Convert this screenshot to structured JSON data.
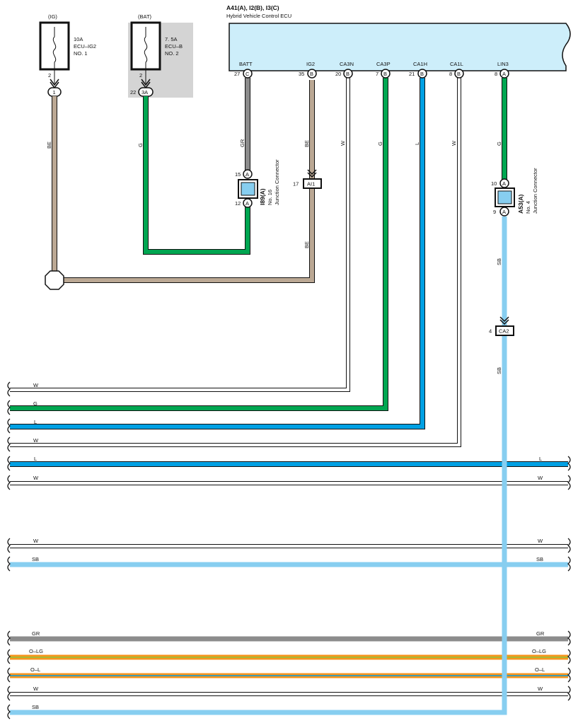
{
  "ecu": {
    "connectors_label": "A41(A), I2(B), I3(C)",
    "name": "Hybrid Vehicle Control ECU",
    "pins": [
      {
        "label": "BATT",
        "num": "27",
        "conn": "C"
      },
      {
        "label": "IG2",
        "num": "35",
        "conn": "B"
      },
      {
        "label": "CA3N",
        "num": "20",
        "conn": "B"
      },
      {
        "label": "CA3P",
        "num": "7",
        "conn": "B"
      },
      {
        "label": "CA1H",
        "num": "21",
        "conn": "B"
      },
      {
        "label": "CA1L",
        "num": "8",
        "conn": "B"
      },
      {
        "label": "LIN3",
        "num": "8",
        "conn": "A"
      }
    ]
  },
  "fuses": [
    {
      "source": "(IG)",
      "rating": "10A",
      "name": "ECU–IG2",
      "no": "NO. 1",
      "pin": "2",
      "conn": "1",
      "conn_pin": ""
    },
    {
      "source": "(BAT)",
      "rating": "7. 5A",
      "name": "ECU–B",
      "no": "NO. 2",
      "pin": "2",
      "conn": "3A",
      "conn_pin": "22"
    }
  ],
  "junctions": [
    {
      "id": "I89(A)",
      "line1": "No. 16",
      "line2": "Junction Connector",
      "pin_top": "15",
      "pin_bottom": "12",
      "conn": "A"
    },
    {
      "id": "A53(A)",
      "line1": "No. 4",
      "line2": "Junction Connector",
      "pin_top": "10",
      "pin_bottom": "9",
      "conn": "A"
    }
  ],
  "inline_connectors": [
    {
      "id": "AI1",
      "pin": "17"
    },
    {
      "id": "CA2",
      "pin": "4"
    }
  ],
  "wire_labels": {
    "fuse1": "BE",
    "fuse2": "G",
    "batt": "GR",
    "ig2_upper": "BE",
    "ig2_lower": "BE",
    "ca3n": "W",
    "ca3p": "G",
    "ca1h": "L",
    "ca1l": "W",
    "lin3": "G",
    "lin3_mid": "SB",
    "lin3_lower": "SB"
  },
  "bus_wires": [
    {
      "left": "W",
      "right": "",
      "color": "#ffffff"
    },
    {
      "left": "G",
      "right": "",
      "color": "#00a651"
    },
    {
      "left": "L",
      "right": "",
      "color": "#00a0e3"
    },
    {
      "left": "W",
      "right": "",
      "color": "#ffffff"
    },
    {
      "left": "L",
      "right": "L",
      "color": "#00a0e3"
    },
    {
      "left": "W",
      "right": "W",
      "color": "#ffffff"
    },
    {
      "left": "W",
      "right": "W",
      "color": "#ffffff"
    },
    {
      "left": "SB",
      "right": "SB",
      "color": "#87cef0"
    },
    {
      "left": "GR",
      "right": "GR",
      "color": "#8c8c8c"
    },
    {
      "left": "O–LG",
      "right": "O–LG",
      "color": "#f7941d"
    },
    {
      "left": "O–L",
      "right": "O–L",
      "color": "#f7941d"
    },
    {
      "left": "W",
      "right": "W",
      "color": "#ffffff"
    },
    {
      "left": "SB",
      "right": "",
      "color": "#87cef0"
    }
  ],
  "colors": {
    "G": "#00a651",
    "L": "#00a0e3",
    "SB": "#87cef0",
    "BE": "#bba894",
    "GR": "#8c8c8c",
    "O": "#f7941d",
    "ECU": "#cdeefa"
  }
}
